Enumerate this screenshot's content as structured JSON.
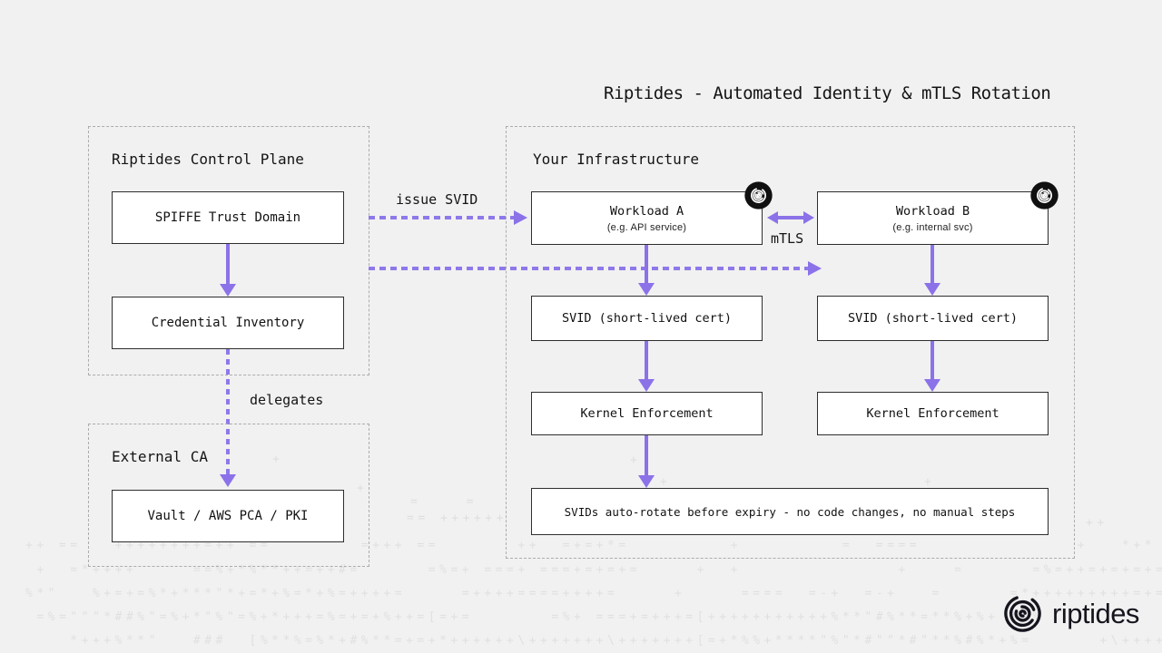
{
  "title": "Riptides - Automated Identity & mTLS Rotation",
  "control_plane": {
    "label": "Riptides Control Plane",
    "spiffe": "SPIFFE Trust Domain",
    "credential": "Credential Inventory"
  },
  "external_ca": {
    "label": "External CA",
    "vault": "Vault / AWS PCA / PKI"
  },
  "infrastructure": {
    "label": "Your Infrastructure",
    "workload_a": {
      "title": "Workload A",
      "subtitle": "(e.g. API service)"
    },
    "workload_b": {
      "title": "Workload B",
      "subtitle": "(e.g. internal svc)"
    },
    "svid_a": "SVID (short-lived cert)",
    "svid_b": "SVID (short-lived cert)",
    "kernel_a": "Kernel Enforcement",
    "kernel_b": "Kernel Enforcement",
    "banner": "SVIDs auto-rotate before expiry - no code changes, no manual steps"
  },
  "edges": {
    "issue_svid": "issue SVID",
    "delegates": "delegates",
    "mtls": "mTLS"
  },
  "logo": {
    "wordmark": "riptides"
  },
  "colors": {
    "background": "#f1f1f1",
    "accent_purple": "#8c72e8",
    "box_border": "#2e2e2e",
    "dashed_border": "#acacac",
    "noise": "#e0e0e0",
    "logo_ink": "#15151e",
    "badge_bg": "#101010"
  },
  "noise": {
    "lines": [
      "++ ==   ++++++++=++ ==        =+++ ==       ++  =+=+*=         +         =  ====              +   *+*              ++  ==== +    +      ++  =",
      " +  =*++++     ==%+*%**++=++#=      =%=+ ===+ ===+=+=+=     +  +              +    =      =%=++=+=+=+=++=+=      +++ ==",
      "%*\"   %+=+=%*+***\"*+=*+%=*+%=++++=     =++++====++++=     +     ====  =-+  =-+   =      =*+++++++++=+=++++=+*+ ==++++=              ==",
      " =%=\"\"\"*##%\"=%+*\"%\"=%+*+++=%=+=+%++=[=+=       =%+ ===+=+++=[+++++++++++%**\"#%**=**%+%+ %%%            =+",
      "    *+++%**\"   ###  [%**%=%*+#%**=+=+*++++++\\+++++++\\+++++++[=+*%%+****\"%\"*#\"\"*#\"**%#%*+%=      +\\+++++"
    ],
    "fragments": [
      {
        "t": "+"
      },
      {
        "t": "+"
      },
      {
        "t": "+"
      },
      {
        "t": "+"
      },
      {
        "t": "+"
      },
      {
        "t": "=    ="
      },
      {
        "t": "== ++++++"
      },
      {
        "t": "++"
      }
    ]
  }
}
